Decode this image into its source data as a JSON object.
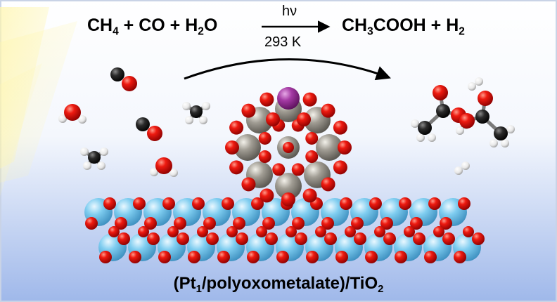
{
  "equation": {
    "reactants": [
      {
        "text": "CH",
        "sub": "4"
      },
      {
        "text": " + CO + H",
        "sub": "2"
      },
      {
        "text": "O",
        "sub": ""
      }
    ],
    "products": [
      {
        "text": "CH",
        "sub": "3"
      },
      {
        "text": "COOH + H",
        "sub": "2"
      }
    ],
    "condition_top": "hν",
    "condition_bottom": "293 K"
  },
  "caption": {
    "parts": [
      {
        "text": "(Pt",
        "sub": "1"
      },
      {
        "text": "/polyoxometalate)/TiO",
        "sub": "2"
      }
    ]
  },
  "colors": {
    "oxygen": "#e00000",
    "titanium": "#6fc3e8",
    "tungsten": "#8a8780",
    "platinum": "#9a2a9a",
    "carbon": "#222222",
    "hydrogen": "#f2f2f2",
    "light_ray": "#fff3a0",
    "background_bottom": "#9fb8ea"
  },
  "molecules": {
    "left": [
      "carbon-monoxide",
      "water",
      "carbon-monoxide",
      "methane",
      "methane",
      "water"
    ],
    "right": [
      "acetic-acid",
      "hydrogen",
      "acetic-acid",
      "hydrogen"
    ]
  }
}
